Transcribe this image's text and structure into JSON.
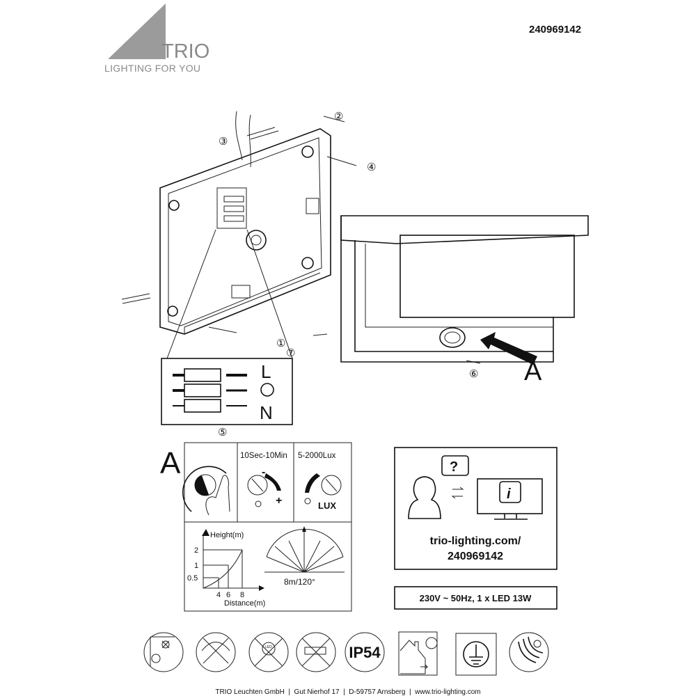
{
  "header": {
    "brand": "TRIO",
    "tagline": "LIGHTING FOR YOU",
    "article_number": "240969142",
    "logo_color": "#9b9b9b"
  },
  "assembly": {
    "steps": [
      "①",
      "②",
      "③",
      "④",
      "⑤",
      "⑥",
      "⑦"
    ],
    "wiring_labels": {
      "live": "L",
      "neutral": "N"
    },
    "detail_label": "A"
  },
  "sensor_panel": {
    "label": "A",
    "time_range": "10Sec-10Min",
    "time_minus": "-",
    "time_plus": "+",
    "lux_range": "5-2000Lux",
    "lux_label": "LUX",
    "chart_y_label": "Height(m)",
    "chart_x_label": "Distance(m)",
    "y_ticks": [
      "2",
      "1",
      "0.5"
    ],
    "x_ticks": [
      "4",
      "6",
      "8"
    ],
    "detection": "8m/120°"
  },
  "info_box": {
    "url_line1": "trio-lighting.com/",
    "url_line2": "240969142"
  },
  "spec": "230V ~ 50Hz, 1 x LED 13W",
  "symbols": [
    {
      "icon": "min-distance-icon"
    },
    {
      "icon": "no-dimmer-icon"
    },
    {
      "icon": "led-not-replaceable-icon",
      "text": "LED"
    },
    {
      "icon": "driver-not-replaceable-icon"
    },
    {
      "icon": "ip-rating-icon",
      "text": "IP54"
    },
    {
      "icon": "outdoor-use-icon"
    },
    {
      "icon": "protection-class-1-icon"
    },
    {
      "icon": "motion-sensor-icon"
    }
  ],
  "footer": "TRIO Leuchten GmbH  |  Gut Nierhof 17  |  D-59757 Arnsberg  |  www.trio-lighting.com"
}
